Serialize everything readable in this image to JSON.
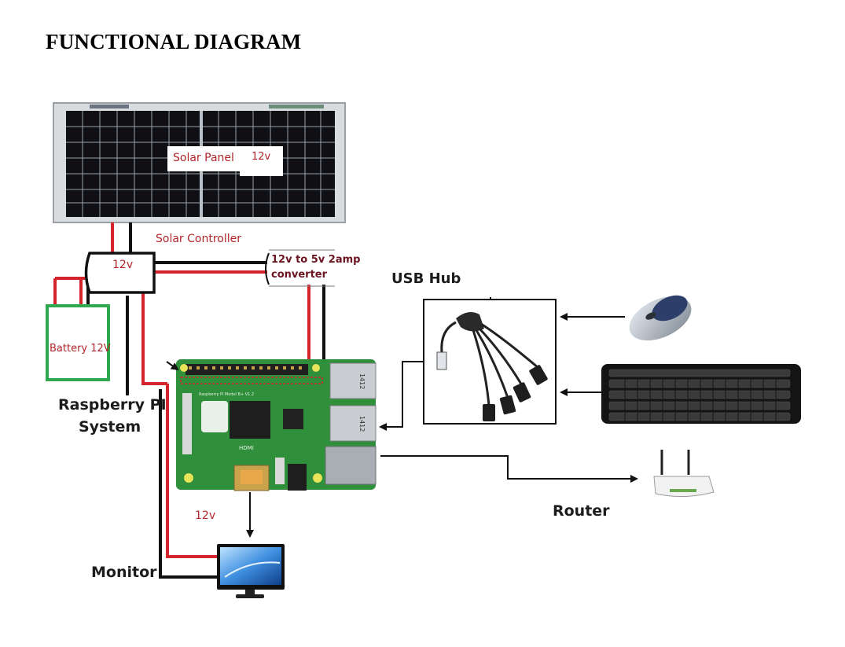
{
  "title": "FUNCTIONAL DIAGRAM",
  "labels": {
    "solar_panel": "Solar Panel",
    "solar_panel_voltage": "12v",
    "solar_controller": "Solar Controller",
    "controller_voltage": "12v",
    "converter_line1": "12v to 5v 2amp",
    "converter_line2": "converter",
    "usb_hub": "USB Hub",
    "battery": "Battery 12V",
    "raspberry_line1": "Raspberry PI",
    "raspberry_line2": "System",
    "monitor_voltage": "12v",
    "monitor": "Monitor",
    "router": "Router"
  },
  "board_print": {
    "model": "Raspberry Pi Model B+ V1.2",
    "hdmi": "HDMI",
    "usb_code": "1412"
  },
  "colors": {
    "wire_red": "#d4252c",
    "wire_black": "#111111",
    "battery_green": "#2fa84f",
    "label_red": "#b2262a",
    "pcb_green": "#2f8f3a"
  }
}
